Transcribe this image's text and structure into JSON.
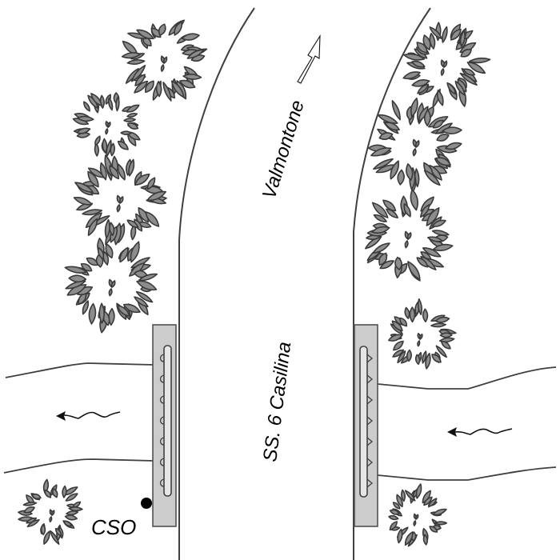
{
  "diagram": {
    "title": "Road crossing over stream with bridge and CSO outfall",
    "road": {
      "name_label": "SS. 6 Casilina",
      "direction_label": "Valmontone",
      "direction_icon": "outline-arrow-up-right-icon"
    },
    "stream": {
      "flow_direction": "right-to-left",
      "flow_icon": "wavy-arrow-left-icon"
    },
    "outfall": {
      "label": "CSO",
      "marker_icon": "filled-dot-icon",
      "marker_color": "#000000"
    },
    "bridges": [
      {
        "side": "west",
        "hooks": 7
      },
      {
        "side": "east",
        "hooks": 7
      }
    ],
    "tree_groups": [
      {
        "side": "west",
        "count": 5
      },
      {
        "side": "east",
        "count": 5
      }
    ],
    "colors": {
      "background": "#ffffff",
      "tree_fill": "#8c8c8c",
      "tree_outline": "#3a3a3a",
      "bridge_fill": "#cccccc",
      "line": "#404040"
    }
  }
}
